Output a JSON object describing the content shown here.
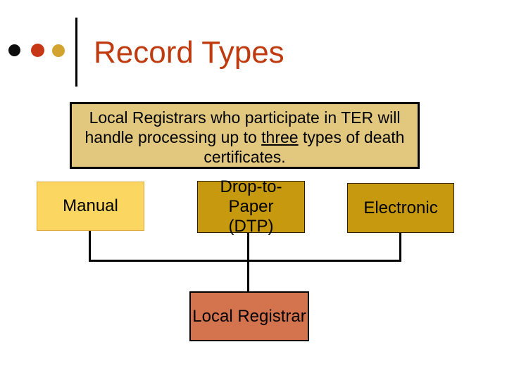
{
  "slide": {
    "title": "Record Types",
    "decor": {
      "bullet_colors": [
        "#0d0d0d",
        "#c63815",
        "#d2a32e"
      ],
      "divider_color": "#000000"
    },
    "colors": {
      "title_text": "#bf3a0e",
      "description_fill": "#e2c87f",
      "description_border": "#000000",
      "manual_fill": "#fbd761",
      "gold_fill": "#c7990e",
      "registrar_fill": "#d4744e",
      "connector": "#000000"
    },
    "description": {
      "line1": "Local Registrars who participate in TER will",
      "line2_before": "handle processing up to",
      "line2_underlined": "three",
      "line2_after": "types of death",
      "line3": "certificates."
    },
    "diagram": {
      "nodes": {
        "manual": {
          "label": "Manual"
        },
        "dtp": {
          "label_line1": "Drop-to-Paper",
          "label_line2": "(DTP)"
        },
        "electronic": {
          "label": "Electronic"
        },
        "registrar": {
          "label": "Local Registrar"
        }
      }
    }
  }
}
